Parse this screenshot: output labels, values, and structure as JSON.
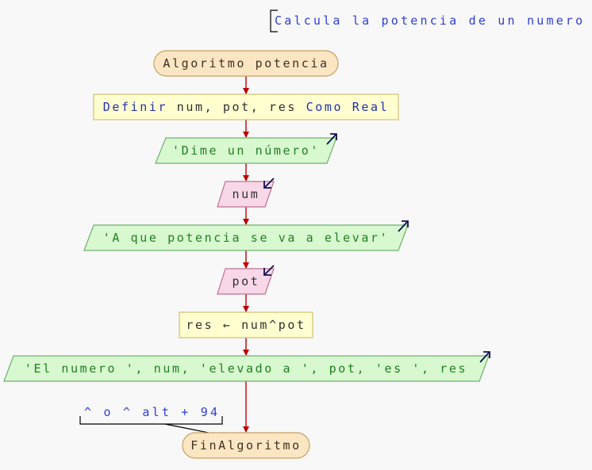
{
  "colors": {
    "background": "#f8f8f8",
    "flow_arrow": "#c00000",
    "terminal_fill": "#fbe6c4",
    "terminal_stroke": "#c8a060",
    "process_fill": "#ffffd0",
    "process_stroke": "#d0c070",
    "output_fill": "#d8f8d0",
    "output_stroke": "#70b070",
    "input_fill": "#f8d8e8",
    "input_stroke": "#c07090",
    "text_terminal": "#403020",
    "text_output": "#208020",
    "text_keyword": "#2030b0",
    "comment_text": "#2f3fd0",
    "io_arrow_icon": "#101050"
  },
  "comments": {
    "header": "Calcula la potencia de un numero",
    "caret": "^ o ^ alt + 94"
  },
  "nodes": {
    "start": "Algoritmo potencia",
    "define": {
      "keyword_define": "Definir",
      "variables": "num, pot, res",
      "keyword_as": "Como",
      "type": "Real"
    },
    "output_1": "'Dime un número'",
    "input_1": "num",
    "output_2": "'A que potencia se va a elevar'",
    "input_2": "pot",
    "assign": "res ← num^pot",
    "output_3": "'El numero ', num, 'elevado a ', pot, 'es ', res",
    "end": "FinAlgoritmo"
  },
  "icons": {
    "output": "output-arrow-icon",
    "input": "input-arrow-icon"
  }
}
